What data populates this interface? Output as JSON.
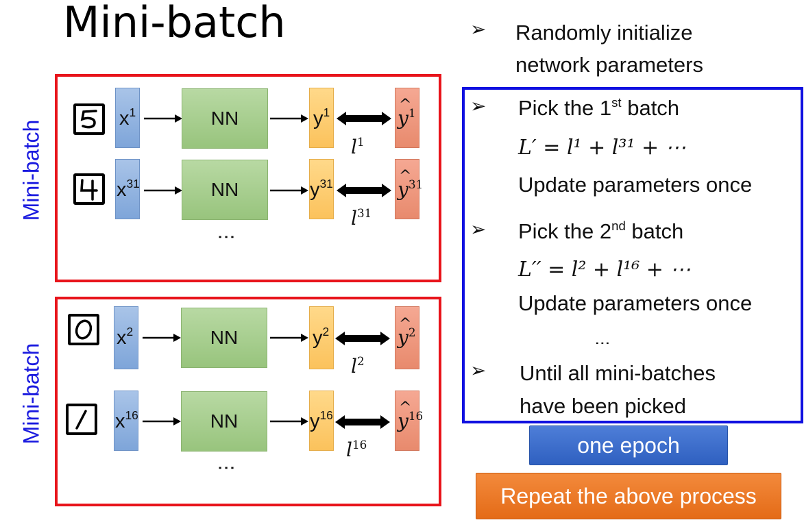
{
  "title": "Mini-batch",
  "batch_label": "Mini-batch",
  "nn_label": "NN",
  "row_dots": "⋮",
  "batches": [
    {
      "rows": [
        {
          "digit": "5",
          "x_sup": "1",
          "y_sup": "1",
          "l_sup": "1"
        },
        {
          "digit": "4",
          "x_sup": "31",
          "y_sup": "31",
          "l_sup": "31"
        }
      ]
    },
    {
      "rows": [
        {
          "digit": "0",
          "x_sup": "2",
          "y_sup": "2",
          "l_sup": "2"
        },
        {
          "digit": "1",
          "x_sup": "16",
          "y_sup": "16",
          "l_sup": "16"
        }
      ]
    }
  ],
  "steps": {
    "bullet": "➢",
    "init": [
      "Randomly initialize",
      "network parameters"
    ],
    "pick1": {
      "pre": "Pick the 1",
      "sup": "st",
      "post": " batch",
      "loss": "L′ = l¹ + l³¹ + ⋯",
      "update": "Update parameters once"
    },
    "pick2": {
      "pre": "Pick the 2",
      "sup": "nd",
      "post": " batch",
      "loss": "L′′ = l² + l¹⁶ + ⋯",
      "update": "Update parameters once"
    },
    "dots": "⋮",
    "until": [
      "Until all mini-batches",
      "have been picked"
    ]
  },
  "epoch_label": "one epoch",
  "repeat_label": "Repeat the above process",
  "colors": {
    "red_box": "#e8141b",
    "blue_box": "#1010e0",
    "label_blue": "#1a1adf"
  }
}
